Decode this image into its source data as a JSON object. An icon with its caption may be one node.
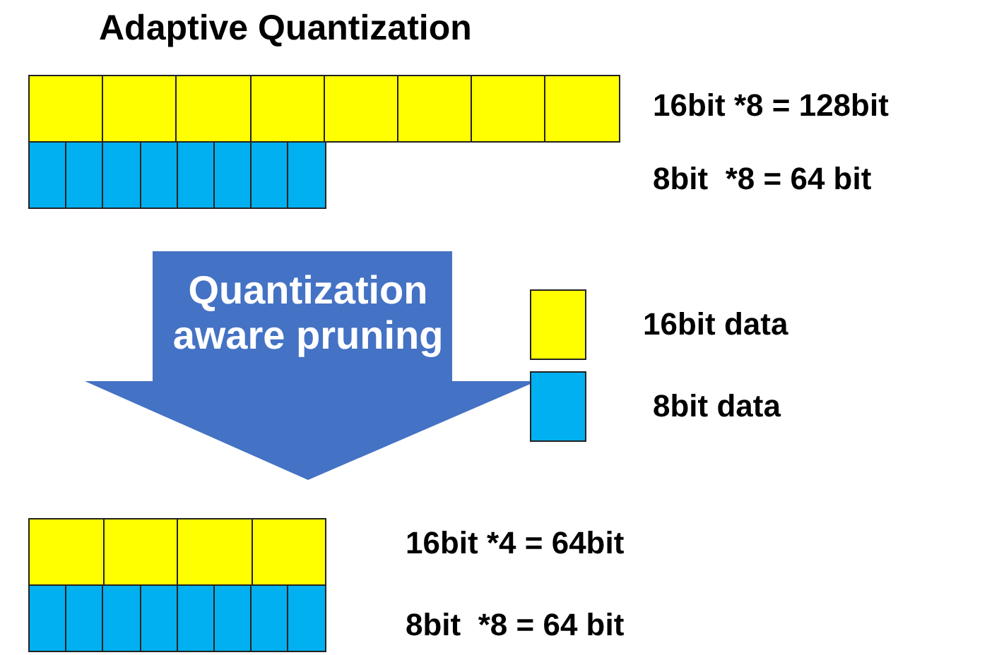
{
  "diagram": {
    "title": "Adaptive Quantization",
    "nodes": [
      {
        "text": [],
        "shape": "bar",
        "beside": [
          "16bit *8 = 128bit",
          "8bit  *8 = 64 bit"
        ]
      },
      {
        "text": [],
        "shape": "bar",
        "beside": [
          "16bit *4 = 64bit",
          "8bit  *8 = 64 bit"
        ]
      }
    ],
    "edges": [
      {
        "from": 0,
        "to": 1,
        "arrow": "to",
        "label": "Quantization aware pruning"
      }
    ],
    "legend": [
      {
        "text": "16bit data",
        "color": "#ffff00"
      },
      {
        "text": "8bit data",
        "color": "#00b0f0"
      }
    ]
  }
}
